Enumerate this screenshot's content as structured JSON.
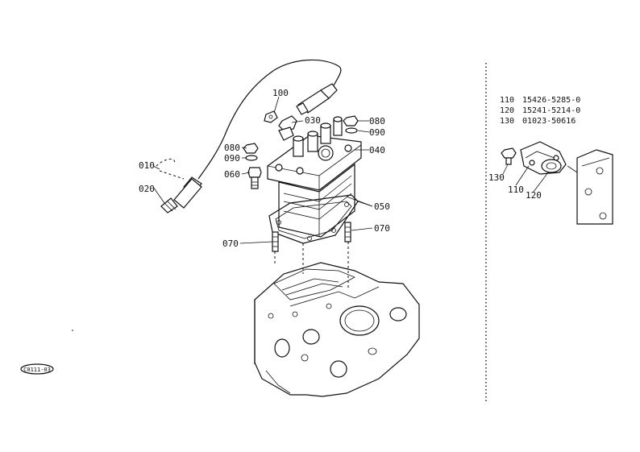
{
  "callouts": {
    "c010": "010",
    "c020": "020",
    "c030": "030",
    "c040": "040",
    "c050": "050",
    "c060": "060",
    "c070a": "070",
    "c070b": "070",
    "c080a": "080",
    "c080b": "080",
    "c090a": "090",
    "c090b": "090",
    "c100": "100",
    "c110": "110",
    "c120": "120",
    "c130": "130"
  },
  "parts_list": [
    {
      "no": "110",
      "part": "15426-5285-0"
    },
    {
      "no": "120",
      "part": "15241-5214-0"
    },
    {
      "no": "130",
      "part": "01023-50616"
    }
  ],
  "badge": "C0111-03"
}
